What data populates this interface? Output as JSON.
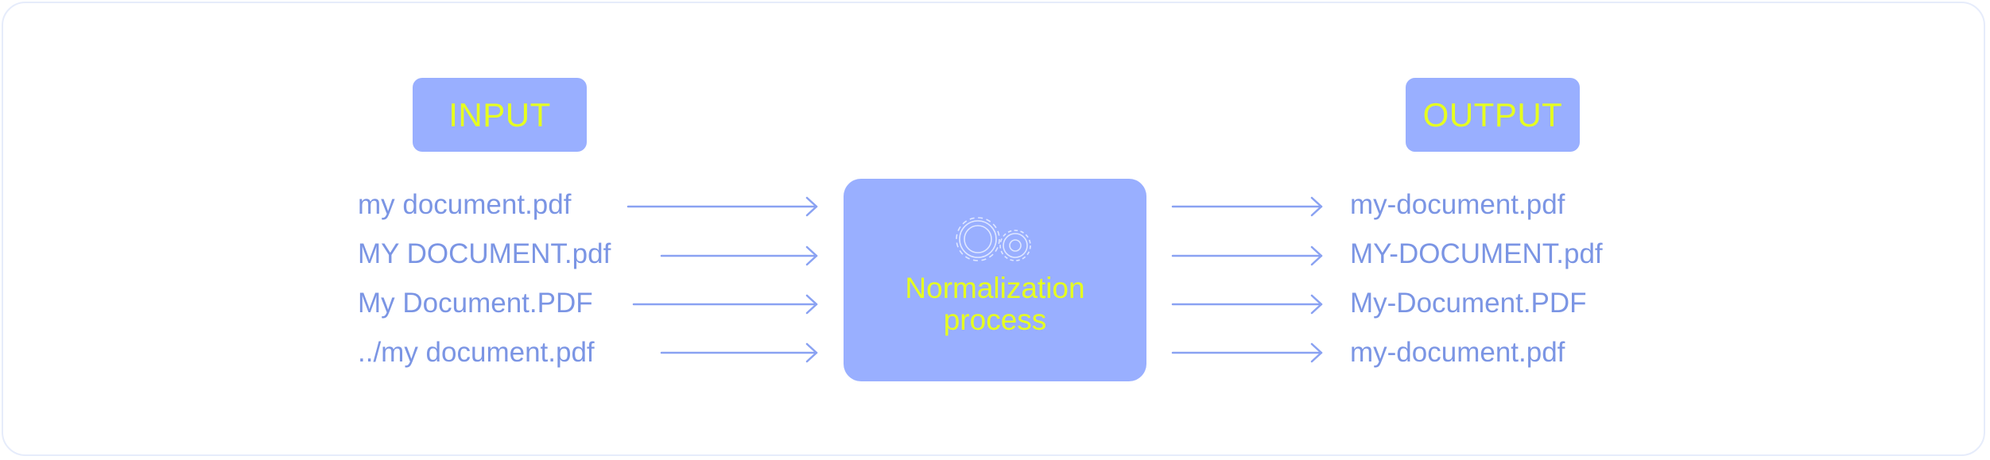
{
  "colors": {
    "box_fill": "#99afff",
    "box_text": "#e6ff1f",
    "filename_text": "#7b95e4",
    "arrow": "#8aa2f2",
    "frame_border": "#e6ecfb"
  },
  "input": {
    "label": "INPUT",
    "files": [
      "my document.pdf",
      "MY DOCUMENT.pdf",
      "My Document.PDF",
      "../my document.pdf"
    ]
  },
  "output": {
    "label": "OUTPUT",
    "files": [
      "my-document.pdf",
      "MY-DOCUMENT.pdf",
      "My-Document.PDF",
      "my-document.pdf"
    ]
  },
  "process": {
    "label_line1": "Normalization",
    "label_line2": "process",
    "icon": "gears-icon"
  }
}
